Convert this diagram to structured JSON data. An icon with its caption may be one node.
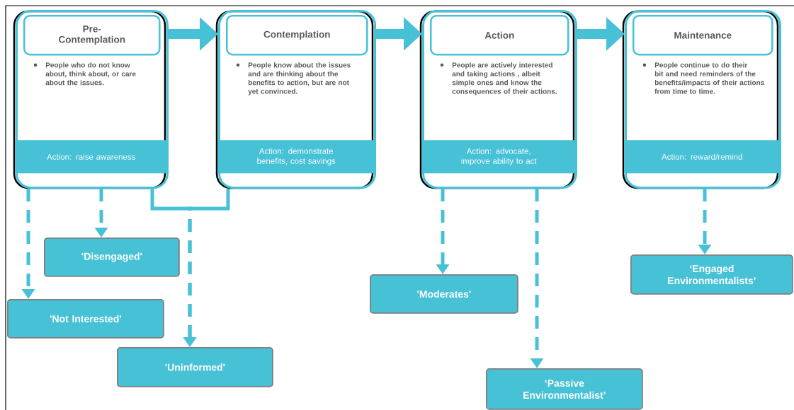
{
  "diagram": {
    "nodes": [
      {
        "text": [
          "People who do not know about, think about, or care about the issues."
        ]
      },
      {
        "text": [
          "Pre-Contemplation"
        ],
        "in": 0
      },
      {
        "text": [
          "Action: raise awareness"
        ],
        "in": 0
      },
      {
        "text": [
          "People know about the issues and are thinking about the benefits to action, but are not yet convinced."
        ]
      },
      {
        "text": [
          "Contemplation"
        ],
        "in": 3
      },
      {
        "text": [
          "Action: demonstrate benefits, cost savings"
        ],
        "in": 3
      },
      {
        "text": [
          "People are actively interested and taking actions , albeit simple ones and know the consequences of their actions."
        ]
      },
      {
        "text": [
          "Action"
        ],
        "in": 6
      },
      {
        "text": [
          "Action: advocate, improve ability to act"
        ],
        "in": 6
      },
      {
        "text": [
          "People continue to do their bit and need reminders of the benefits/impacts of their actions from time to time."
        ]
      },
      {
        "text": [
          "Maintenance"
        ],
        "in": 9
      },
      {
        "text": [
          "Action: reward/remind"
        ],
        "in": 9
      },
      {
        "text": [
          "'Not Interested'"
        ]
      },
      {
        "text": [
          "'Disengaged'"
        ]
      },
      {
        "text": [
          "'Uninformed'"
        ]
      },
      {
        "text": [
          "'Moderates'"
        ]
      },
      {
        "text": [
          "‘Passive Environmentalist’"
        ]
      },
      {
        "text": [
          "‘Engaged Environmentalists’"
        ]
      }
    ],
    "edges": [
      {
        "from": 0,
        "to": 3,
        "arrow": "to",
        "style": "thick"
      },
      {
        "from": 3,
        "to": 6,
        "arrow": "to",
        "style": "thick"
      },
      {
        "from": 6,
        "to": 9,
        "arrow": "to",
        "style": "thick"
      },
      {
        "from": 0,
        "to": 12,
        "arrow": "to",
        "style": "dashed"
      },
      {
        "from": 0,
        "to": 13,
        "arrow": "to",
        "style": "dashed"
      },
      {
        "from": 0,
        "to": 14,
        "arrow": "to",
        "style": "dashed"
      },
      {
        "from": 3,
        "to": 14,
        "arrow": "to",
        "style": "dashed"
      },
      {
        "from": 6,
        "to": 15,
        "arrow": "to",
        "style": "dashed"
      },
      {
        "from": 6,
        "to": 16,
        "arrow": "to",
        "style": "dashed"
      },
      {
        "from": 9,
        "to": 17,
        "arrow": "to",
        "style": "dashed"
      }
    ]
  }
}
